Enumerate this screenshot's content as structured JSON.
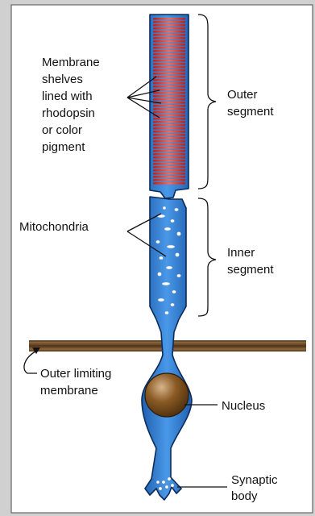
{
  "labels": {
    "membrane_shelves": [
      "Membrane",
      "shelves",
      "lined with",
      "rhodopsin",
      "or color",
      "pigment"
    ],
    "outer_segment": [
      "Outer",
      "segment"
    ],
    "mitochondria": [
      "Mitochondria"
    ],
    "inner_segment": [
      "Inner",
      "segment"
    ],
    "outer_limiting_membrane": [
      "Outer limiting",
      "membrane"
    ],
    "nucleus": [
      "Nucleus"
    ],
    "synaptic_body": [
      "Synaptic",
      "body"
    ]
  },
  "colors": {
    "cell_blue": "#2f80d8",
    "cell_outline": "#0b2c5a",
    "disc_red": "#e0433a",
    "disc_highlight": "#f4a28c",
    "nucleus_brown": "#7a4e1c",
    "membrane_brown": "#6b4a2a",
    "frame_gray": "#d0d0d0",
    "frame_border": "#666666"
  }
}
